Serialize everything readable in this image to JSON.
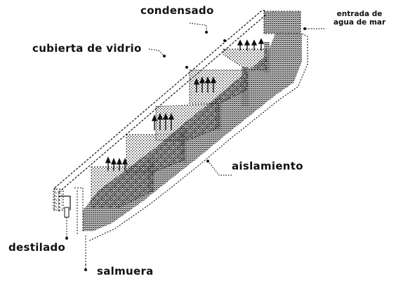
{
  "labels": {
    "condensado": "condensado",
    "cubierta": "cubierta de vidrio",
    "entrada_line1": "entrada de",
    "entrada_line2": "agua de mar",
    "aislamiento": "aislamiento",
    "destilado": "destilado",
    "salmuera": "salmuera"
  },
  "colors": {
    "ink": "#111111",
    "background": "#ffffff"
  }
}
